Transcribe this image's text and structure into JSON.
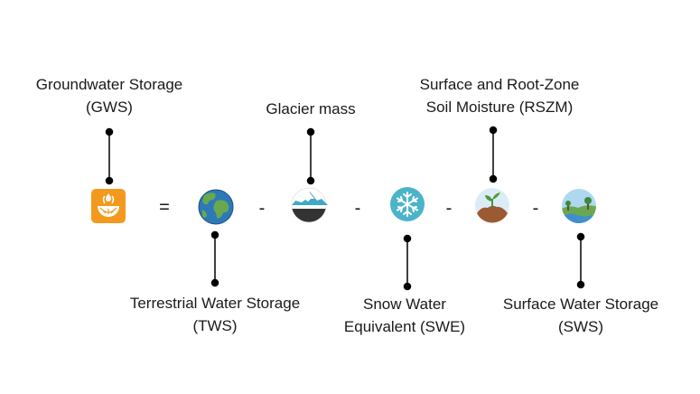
{
  "equation": {
    "gws": {
      "line1": "Groundwater Storage",
      "line2": "(GWS)",
      "icon": "groundwater-icon",
      "color": "#f39a1e"
    },
    "equals": "=",
    "tws": {
      "line1": "Terrestrial  Water Storage",
      "line2": "(TWS)",
      "icon": "earth-globe-icon"
    },
    "minus1": "-",
    "glacier": {
      "line1": "Glacier mass",
      "icon": "glacier-mountain-icon"
    },
    "minus2": "-",
    "swe": {
      "line1": "Snow Water",
      "line2": "Equivalent (SWE)",
      "icon": "snowflake-icon",
      "color": "#4bb4c8"
    },
    "minus3": "-",
    "rszm": {
      "line1": "Surface and Root-Zone",
      "line2": "Soil Moisture (RSZM)",
      "icon": "soil-sprout-icon"
    },
    "minus4": "-",
    "sws": {
      "line1": "Surface Water Storage",
      "line2": "(SWS)",
      "icon": "surface-water-icon"
    }
  }
}
